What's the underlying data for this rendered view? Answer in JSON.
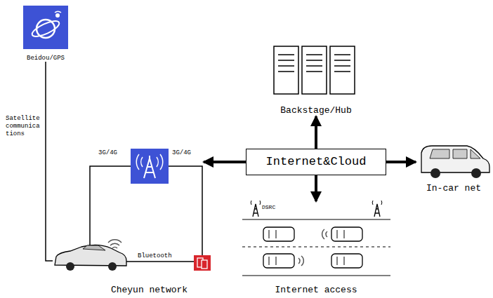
{
  "diagram": {
    "nodes": [
      {
        "text": [
          "Beidou/GPS"
        ]
      },
      {
        "text": [
          "Backstage/Hub"
        ]
      },
      {
        "text": [
          "Internet&Cloud"
        ]
      },
      {
        "text": [
          "In-car net"
        ]
      },
      {
        "text": [
          "Internet access"
        ]
      },
      {
        "text": [
          "Cheyun network"
        ]
      }
    ],
    "edges": [
      {
        "from": 0,
        "to": 5,
        "label": "Satellite communications",
        "arrow": "none"
      },
      {
        "from": 2,
        "to": 1,
        "arrow": "to"
      },
      {
        "from": 2,
        "to": 3,
        "arrow": "to"
      },
      {
        "from": 2,
        "to": 4,
        "arrow": "to"
      }
    ],
    "labels": [
      "3G/4G",
      "3G/4G",
      "Bluetooth",
      "DSRC"
    ]
  }
}
